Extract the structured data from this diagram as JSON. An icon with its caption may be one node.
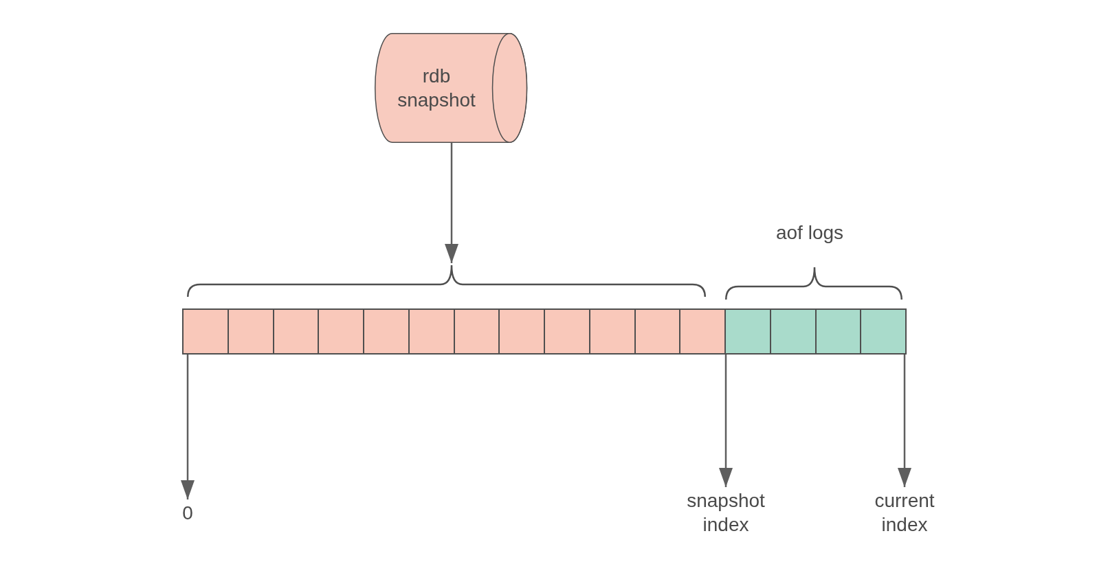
{
  "diagram": {
    "nodes": [
      {
        "text": [
          "rdb snapshot"
        ]
      },
      {
        "text": [],
        "shape": "bracket"
      },
      {
        "text": [],
        "shape": "bracket"
      },
      {
        "text": [],
        "shape": "box"
      },
      {
        "text": [],
        "shape": "box"
      },
      {
        "text": [],
        "shape": "box"
      },
      {
        "text": [],
        "shape": "box"
      },
      {
        "text": [],
        "shape": "box"
      },
      {
        "text": [],
        "shape": "box"
      },
      {
        "text": [],
        "shape": "box"
      },
      {
        "text": [],
        "shape": "box"
      },
      {
        "text": [],
        "shape": "box"
      },
      {
        "text": [],
        "shape": "box"
      },
      {
        "text": [],
        "shape": "box"
      },
      {
        "text": [],
        "shape": "box"
      },
      {
        "text": [],
        "shape": "box"
      },
      {
        "text": [],
        "shape": "box"
      },
      {
        "text": [],
        "shape": "box"
      },
      {
        "text": [],
        "shape": "box"
      },
      {
        "text": [
          "0"
        ]
      },
      {
        "text": [
          "snapshot index"
        ]
      },
      {
        "text": [
          "current index"
        ]
      }
    ],
    "edges": [
      {
        "from": 0,
        "to": 1,
        "arrow": "to"
      },
      {
        "from": 3,
        "to": 19,
        "arrow": "to"
      },
      {
        "from": 15,
        "to": 20,
        "arrow": "to"
      },
      {
        "from": 18,
        "to": 21,
        "arrow": "to"
      }
    ],
    "labels": [
      "aof logs"
    ]
  }
}
